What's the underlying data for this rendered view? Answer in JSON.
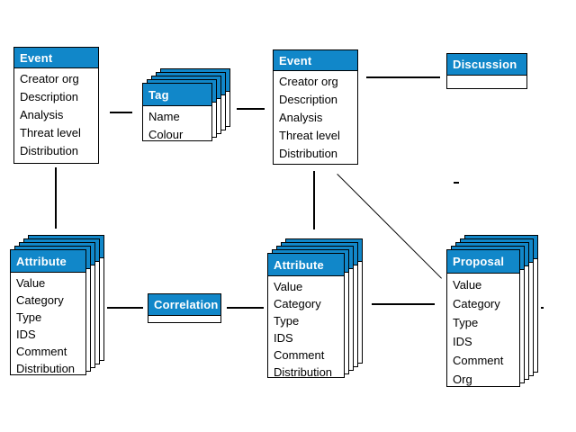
{
  "colors": {
    "header_bg": "#1187C9",
    "header_text": "#FFFFFF",
    "body_text": "#000000",
    "line_color": "#000000",
    "background": "#FFFFFF"
  },
  "entities": [
    {
      "id": "event-left",
      "title": "Event",
      "stacked": false,
      "fields": [
        "Creator org",
        "Description",
        "Analysis",
        "Threat level",
        "Distribution"
      ]
    },
    {
      "id": "tag",
      "title": "Tag",
      "stacked": true,
      "fields": [
        "Name",
        "Colour"
      ]
    },
    {
      "id": "event-center",
      "title": "Event",
      "stacked": false,
      "fields": [
        "Creator org",
        "Description",
        "Analysis",
        "Threat level",
        "Distribution"
      ]
    },
    {
      "id": "discussion",
      "title": "Discussion",
      "stacked": false,
      "fields": []
    },
    {
      "id": "attribute-left",
      "title": "Attribute",
      "stacked": true,
      "fields": [
        "Value",
        "Category",
        "Type",
        "IDS",
        "Comment",
        "Distribution"
      ]
    },
    {
      "id": "correlation",
      "title": "Correlation",
      "stacked": false,
      "fields": []
    },
    {
      "id": "attribute-center",
      "title": "Attribute",
      "stacked": true,
      "fields": [
        "Value",
        "Category",
        "Type",
        "IDS",
        "Comment",
        "Distribution"
      ]
    },
    {
      "id": "proposal",
      "title": "Proposal",
      "stacked": true,
      "fields": [
        "Value",
        "Category",
        "Type",
        "IDS",
        "Comment",
        "Org"
      ]
    }
  ],
  "connectors": [
    {
      "from": "event-left",
      "to": "tag"
    },
    {
      "from": "tag",
      "to": "event-center"
    },
    {
      "from": "event-center",
      "to": "discussion"
    },
    {
      "from": "event-left",
      "to": "attribute-left"
    },
    {
      "from": "event-center",
      "to": "attribute-center"
    },
    {
      "from": "event-center",
      "to": "proposal"
    },
    {
      "from": "attribute-left",
      "to": "correlation"
    },
    {
      "from": "correlation",
      "to": "attribute-center"
    },
    {
      "from": "attribute-center",
      "to": "proposal"
    }
  ]
}
